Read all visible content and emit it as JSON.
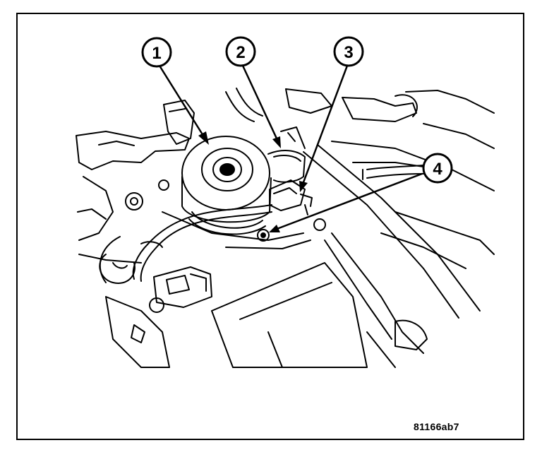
{
  "figure": {
    "code": "81166ab7",
    "line_color": "#000000",
    "paper_color": "#ffffff"
  },
  "callouts": [
    {
      "number": "1"
    },
    {
      "number": "2"
    },
    {
      "number": "3"
    },
    {
      "number": "4"
    }
  ]
}
